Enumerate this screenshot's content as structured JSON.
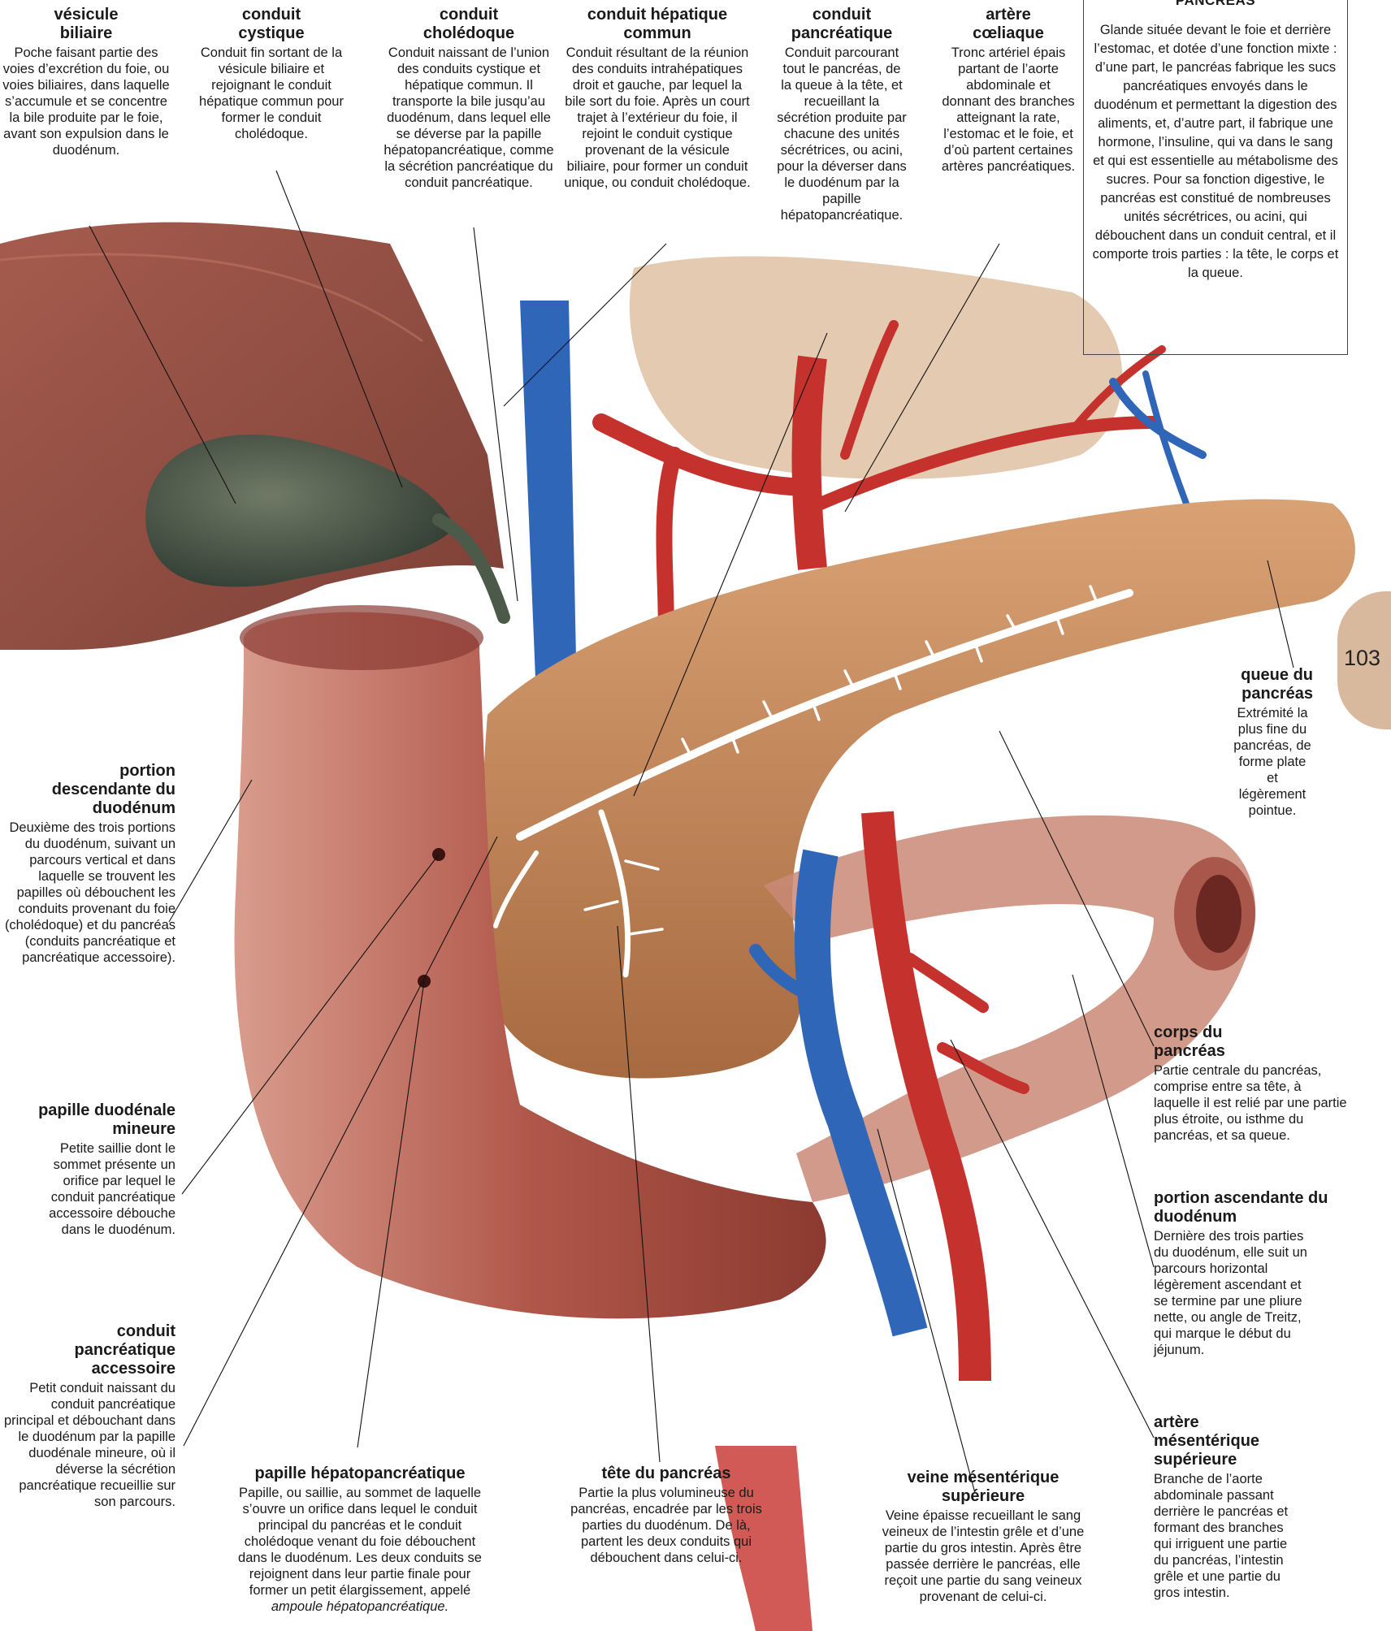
{
  "page_number": "103",
  "colors": {
    "liver": "#8a3a2a",
    "gallbladder": "#4c5a4a",
    "duodenum": "#b5655a",
    "pancreas": "#c58a58",
    "artery": "#c9322e",
    "vein": "#2b63b6",
    "duct": "#ffffff",
    "tab": "#d9b99d"
  },
  "labels": {
    "vesicule": {
      "title": "vésicule biliaire",
      "desc": "Poche faisant partie des voies d’excrétion du foie, ou voies biliaires, dans laquelle s’accumule et se concentre la bile produite par le foie, avant son expulsion dans le duodénum."
    },
    "cystique": {
      "title": "conduit cystique",
      "desc": "Conduit fin sortant de la vésicule biliaire et rejoignant le conduit hépatique commun pour former le conduit cholédoque."
    },
    "choledoque": {
      "title": "conduit cholédoque",
      "desc": "Conduit naissant de l’union des conduits cystique et hépatique commun. Il transporte la bile jusqu’au duodénum, dans lequel elle se déverse par la papille hépatopancréatique, comme la sécrétion pancréatique du conduit pancréatique."
    },
    "hepatique": {
      "title": "conduit hépatique commun",
      "desc": "Conduit résultant de la réunion des conduits intrahépatiques droit et gauche, par lequel la bile sort du foie. Après un court trajet à l’extérieur du foie, il rejoint le conduit cystique provenant de la vésicule biliaire, pour former un conduit unique, ou conduit cholédoque."
    },
    "pancreatique": {
      "title": "conduit pancréatique",
      "desc": "Conduit parcourant tout le pancréas, de la queue à la tête, et recueillant la sécrétion produite par chacune des unités sécrétrices, ou acini, pour la déverser dans le duodénum par la papille hépatopancréatique."
    },
    "coeliaque": {
      "title": "artère cœliaque",
      "desc": "Tronc artériel épais partant de l’aorte abdominale et donnant des branches atteignant la rate, l’estomac et le foie, et d’où partent certaines artères pancréatiques."
    },
    "pancreas_box": {
      "title": "PANCRÉAS",
      "desc": "Glande située devant le foie et derrière l’estomac, et dotée d’une fonction mixte : d’une part, le pancréas fabrique les sucs pancréatiques envoyés dans le duodénum et permettant la digestion des aliments, et, d’autre part, il fabrique une hormone, l’insuline, qui va dans le sang et qui est essentielle au métabolisme des sucres. Pour sa fonction digestive, le pancréas est constitué de nombreuses unités sécrétrices, ou acini, qui débouchent dans un conduit central, et il comporte trois parties : la tête, le corps et la queue."
    },
    "queue": {
      "title": "queue du pancréas",
      "desc": "Extrémité la plus fine du pancréas, de forme plate et légèrement pointue."
    },
    "descendante": {
      "title": "portion descendante du duodénum",
      "desc": "Deuxième des trois portions du duodénum, suivant un parcours vertical et dans laquelle se trouvent les papilles où débouchent les conduits provenant du foie (cholédoque) et du pancréas (conduits pancréatique et pancréatique accessoire)."
    },
    "papille_mineure": {
      "title": "papille duodénale mineure",
      "desc": "Petite saillie dont le sommet présente un orifice par lequel le conduit pancréatique accessoire débouche dans le duodénum."
    },
    "accessoire": {
      "title": "conduit pancréatique accessoire",
      "desc": "Petit conduit naissant du conduit pancréatique principal et débouchant dans le duodénum par la papille duodénale mineure, où il déverse la sécrétion pancréatique recueillie sur son parcours."
    },
    "papille_hepato": {
      "title": "papille hépatopancréatique",
      "desc": "Papille, ou saillie, au sommet de laquelle s’ouvre un orifice dans lequel le conduit principal du pancréas et le conduit cholédoque venant du foie débouchent dans le duodénum. Les deux conduits se rejoignent dans leur partie finale pour former un petit élargissement, appelé",
      "desc_em": "ampoule hépatopancréatique."
    },
    "tete": {
      "title": "tête du pancréas",
      "desc": "Partie la plus volumineuse du pancréas, encadrée par les trois parties du duodénum. De là, partent les deux conduits qui débouchent dans celui-ci."
    },
    "veine": {
      "title": "veine mésentérique supérieure",
      "desc": "Veine épaisse recueillant le sang veineux de l’intestin grêle et d’une partie du gros intestin. Après être passée derrière le pancréas, elle reçoit une partie du sang veineux provenant de celui-ci."
    },
    "corps": {
      "title": "corps du pancréas",
      "desc": "Partie centrale du pancréas, comprise entre sa tête, à laquelle il est relié par une partie plus étroite, ou isthme du pancréas, et sa queue."
    },
    "ascendante": {
      "title": "portion ascendante du duodénum",
      "desc": "Dernière des trois parties du duodénum, elle suit un parcours horizontal légèrement ascendant et se termine par une pliure nette, ou angle de Treitz, qui marque le début du jéjunum."
    },
    "arter_mes": {
      "title": "artère mésentérique supérieure",
      "desc": "Branche de l’aorte abdominale passant derrière le pancréas et formant des branches qui irriguent une partie du pancréas, l’intestin grêle et une partie du gros intestin."
    }
  }
}
